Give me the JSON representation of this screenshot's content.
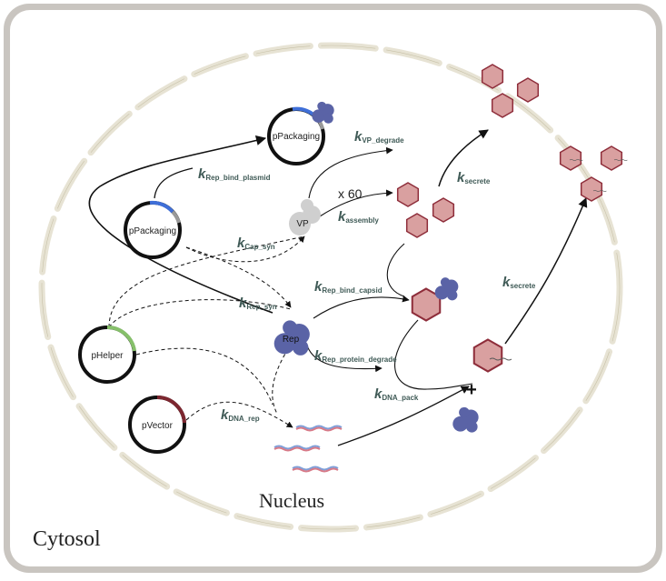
{
  "compartments": {
    "cytosol": "Cytosol",
    "nucleus": "Nucleus"
  },
  "plasmids": {
    "packaging_top": "pPackaging",
    "packaging_mid": "pPackaging",
    "helper": "pHelper",
    "vector": "pVector"
  },
  "species": {
    "vp": "VP",
    "rep": "Rep",
    "multiplier": "x 60",
    "plus": "+"
  },
  "rates": {
    "rep_bind_plasmid": {
      "k": "k",
      "sub": "Rep_bind_plasmid"
    },
    "vp_degrade": {
      "k": "k",
      "sub": "VP_degrade"
    },
    "assembly": {
      "k": "k",
      "sub": "assembly"
    },
    "secrete_top": {
      "k": "k",
      "sub": "secrete"
    },
    "cap_syn": {
      "k": "k",
      "sub": "Cap_syn"
    },
    "rep_syn": {
      "k": "k",
      "sub": "Rep_syn"
    },
    "rep_bind_capsid": {
      "k": "k",
      "sub": "Rep_bind_capsid"
    },
    "secrete_mid": {
      "k": "k",
      "sub": "secrete"
    },
    "rep_protein_degrade": {
      "k": "k",
      "sub": "Rep_protein_degrade"
    },
    "dna_pack": {
      "k": "k",
      "sub": "DNA_pack"
    },
    "dna_rep": {
      "k": "k",
      "sub": "DNA_rep"
    }
  },
  "colors": {
    "cell_border": "#b7b2ad",
    "membrane": "#e7e3d4",
    "capsid_fill": "#d9a0a0",
    "capsid_stroke": "#8e2d3a",
    "rep_protein": "#5a63a6",
    "vp_protein": "#cfcfcf",
    "rate_text": "#3f5a56",
    "packaging_gene": "#3f6fd8",
    "helper_gene": "#86c06a",
    "vector_gene": "#7d2730",
    "dna_blue": "#7f9fd8",
    "dna_red": "#d77a88"
  }
}
